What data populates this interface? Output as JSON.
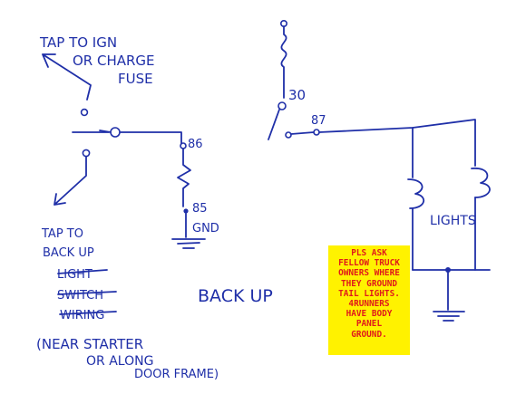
{
  "labels": {
    "tap_ign_1": "TAP TO IGN",
    "tap_ign_2": "OR CHARGE",
    "tap_ign_3": "FUSE",
    "pin_86": "86",
    "pin_85": "85",
    "gnd": "GND",
    "pin_30": "30",
    "pin_87": "87",
    "lights": "LIGHTS",
    "backup": "BACK UP",
    "tap_backup_1": "TAP TO",
    "tap_backup_2": "BACK UP",
    "tap_backup_3": "LIGHT",
    "tap_backup_4": "SWITCH",
    "tap_backup_5": "WIRING",
    "near_1": "(NEAR STARTER",
    "near_2": "OR ALONG",
    "near_3": "DOOR FRAME)"
  },
  "note": {
    "lines": [
      "PLS ASK",
      "FELLOW TRUCK",
      "OWNERS WHERE",
      "THEY GROUND",
      "TAIL LIGHTS.",
      "4RUNNERS",
      "HAVE BODY",
      "PANEL",
      "GROUND."
    ]
  },
  "colors": {
    "ink": "#1f2fa8",
    "note_background": "#fff200",
    "note_text": "#e01b1b"
  }
}
